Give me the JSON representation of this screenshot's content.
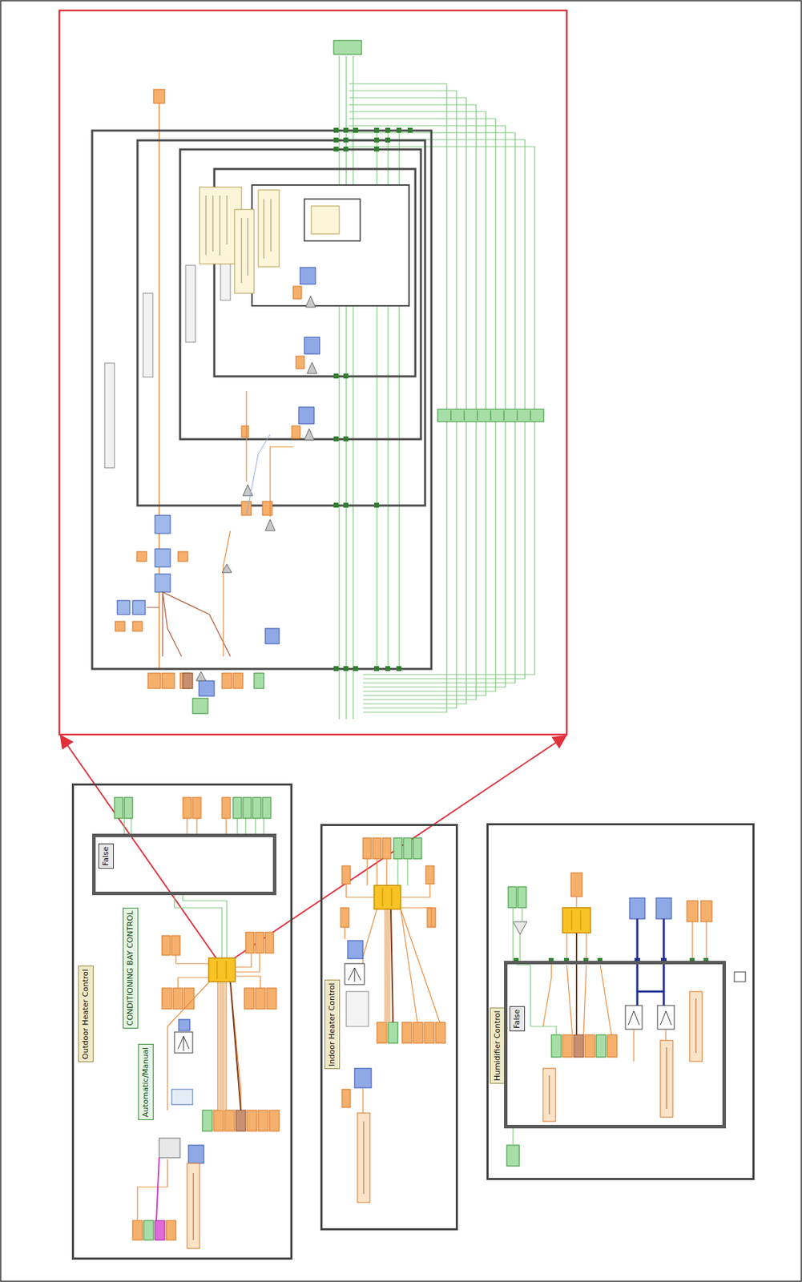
{
  "diagram": {
    "nodes": [
      {
        "text": [
          "Outdoor Heater Control"
        ]
      },
      {
        "text": [
          "False"
        ],
        "in": 0
      },
      {
        "text": [
          "Indoor Heater Control"
        ]
      },
      {
        "text": [
          "Humidifier Control"
        ]
      },
      {
        "text": [
          "False"
        ],
        "in": 3
      }
    ],
    "labels": [
      "CONDITIONING BAY CONTROL",
      "Automatic/Manual"
    ]
  }
}
